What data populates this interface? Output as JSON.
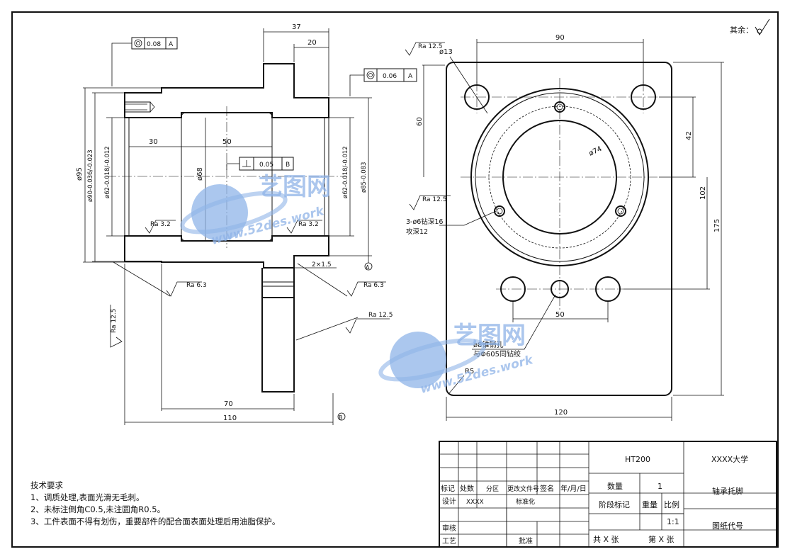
{
  "corner_note": "其余：",
  "section_view": {
    "dims": {
      "d37": "37",
      "d20": "20",
      "d30": "30",
      "d50": "50",
      "d70": "70",
      "d110": "110",
      "phi95": "ø95",
      "phi90": "ø90-0.036/-0.023",
      "phi62a": "ø62-0.018/-0.012",
      "phi68": "ø68",
      "phi62b": "ø62-0.018/-0.012",
      "phi85": "ø85-0.083",
      "chamfer": "2×1.5"
    },
    "tolerances": {
      "t1_value": "0.08",
      "t1_datum": "A",
      "t2_value": "0.06",
      "t2_datum": "A",
      "t3_value": "0.05",
      "t3_datum": "B"
    },
    "datum_labels": {
      "a": "A",
      "b": "B"
    },
    "roughness": {
      "r1": "Ra 3.2",
      "r2": "Ra 3.2",
      "r3": "Ra 6.3",
      "r4": "Ra 6.3",
      "r5": "Ra 12.5",
      "r6": "Ra 12.5"
    }
  },
  "plan_view": {
    "dims": {
      "d90": "90",
      "d60": "60",
      "d42": "42",
      "d102": "102",
      "d175": "175",
      "d50": "50",
      "d120": "120",
      "phi13": "ø13",
      "phi74": "ø74",
      "r5": "R5"
    },
    "roughness": {
      "r1": "Ra 12.5",
      "r2": "Ra 12.5"
    },
    "notes": {
      "holes_1": "3-ø6钻深16",
      "holes_2": "攻深12",
      "pin_1": "ø8锥销孔",
      "pin_2": "与Φ605同钻绞"
    }
  },
  "watermark": {
    "brand": "艺图网",
    "url": "www.52des.work"
  },
  "tech_requirements": {
    "title": "技术要求",
    "items": [
      "1、调质处理,表面光滑无毛刺。",
      "2、未标注倒角C0.5,未注圆角R0.5。",
      "3、工件表面不得有划伤，重要部件的配合面表面处理后用油脂保护。"
    ]
  },
  "title_block": {
    "material": "HT200",
    "school": "XXXX大学",
    "part_name": "轴承托脚",
    "drawing_code": "图纸代号",
    "qty_label": "数量",
    "qty_value": "1",
    "stage_label": "阶段标记",
    "weight_label": "重量",
    "scale_label": "比例",
    "scale_value": "1:1",
    "total_label": "共 X 张",
    "sheet_label": "第 X 张",
    "rev_headers": [
      "标记",
      "处数",
      "分区",
      "更改文件号",
      "签名",
      "年/月/日"
    ],
    "design_label": "设计",
    "designer": "XXXX",
    "standard_label": "标准化",
    "review_label": "审核",
    "process_label": "工艺",
    "approve_label": "批准"
  }
}
